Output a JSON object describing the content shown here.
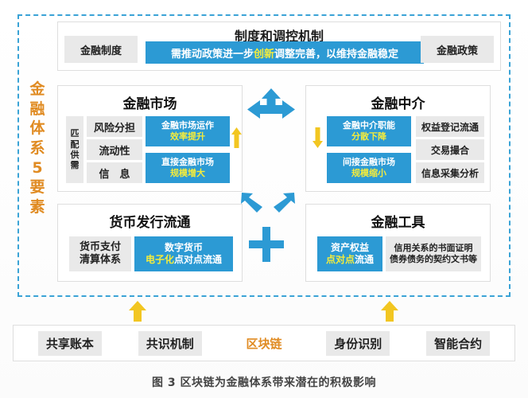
{
  "frame": {
    "vertical_label": [
      "金",
      "融",
      "体",
      "系",
      "5",
      "要",
      "素"
    ],
    "accent_orange": "#e08b22",
    "accent_blue": "#2c9ad4",
    "accent_yellow": "#f2c621",
    "highlight_text": "#f4ec3c",
    "dashed_border": "#3aa3d6"
  },
  "top_banner": {
    "title": "制度和调控机制",
    "left_chip": "金融制度",
    "right_chip": "金融政策",
    "mid_pre": "需推动政策进一步",
    "mid_highlight": "创新",
    "mid_post": "调整完善，以维持金融稳定"
  },
  "panels": {
    "financial_market": {
      "title": "金融市场",
      "vertical_chip": [
        "匹",
        "配",
        "供",
        "需"
      ],
      "gray_items": [
        "风险分担",
        "流动性",
        "信　息"
      ],
      "blue_items": [
        {
          "line1": "金融市场运作",
          "line2": "效率提升"
        },
        {
          "line1": "直接金融市场",
          "line2": "规模增大"
        }
      ],
      "trend_arrow": "up-arrow-yellow"
    },
    "financial_intermediary": {
      "title": "金融中介",
      "gray_items": [
        "权益登记流通",
        "交易撮合",
        "信息采集分析"
      ],
      "blue_items": [
        {
          "line1": "金融中介职能",
          "line2": "分散下降"
        },
        {
          "line1": "间接金融市场",
          "line2": "规模缩小"
        }
      ],
      "trend_arrow": "down-arrow-yellow"
    },
    "currency_issue": {
      "title": "货币发行流通",
      "gray_item": {
        "line1": "货币支付",
        "line2": "清算体系"
      },
      "blue_item": {
        "line1": "数字货币",
        "line2_highlight": "电子化",
        "line2_rest": "点对点流通"
      }
    },
    "financial_instrument": {
      "title": "金融工具",
      "blue_item": {
        "line1": "资产权益",
        "line2_highlight": "点对点",
        "line2_rest": "流通"
      },
      "gray_item": {
        "line1": "信用关系的书面证明",
        "line2": "债券债务的契约文书等"
      }
    }
  },
  "center_icons": {
    "three_way_arrow": "three-way-arrow-icon",
    "diagonal_left": "diagonal-up-left-arrow-icon",
    "diagonal_right": "diagonal-up-right-arrow-icon",
    "plus": "plus-icon"
  },
  "bottom_bar": {
    "items": [
      {
        "label": "共享账本",
        "accent": false
      },
      {
        "label": "共识机制",
        "accent": false
      },
      {
        "label": "区块链",
        "accent": true
      },
      {
        "label": "身份识别",
        "accent": false
      },
      {
        "label": "智能合约",
        "accent": false
      }
    ]
  },
  "caption": "图 3 区块链为金融体系带来潜在的积极影响"
}
